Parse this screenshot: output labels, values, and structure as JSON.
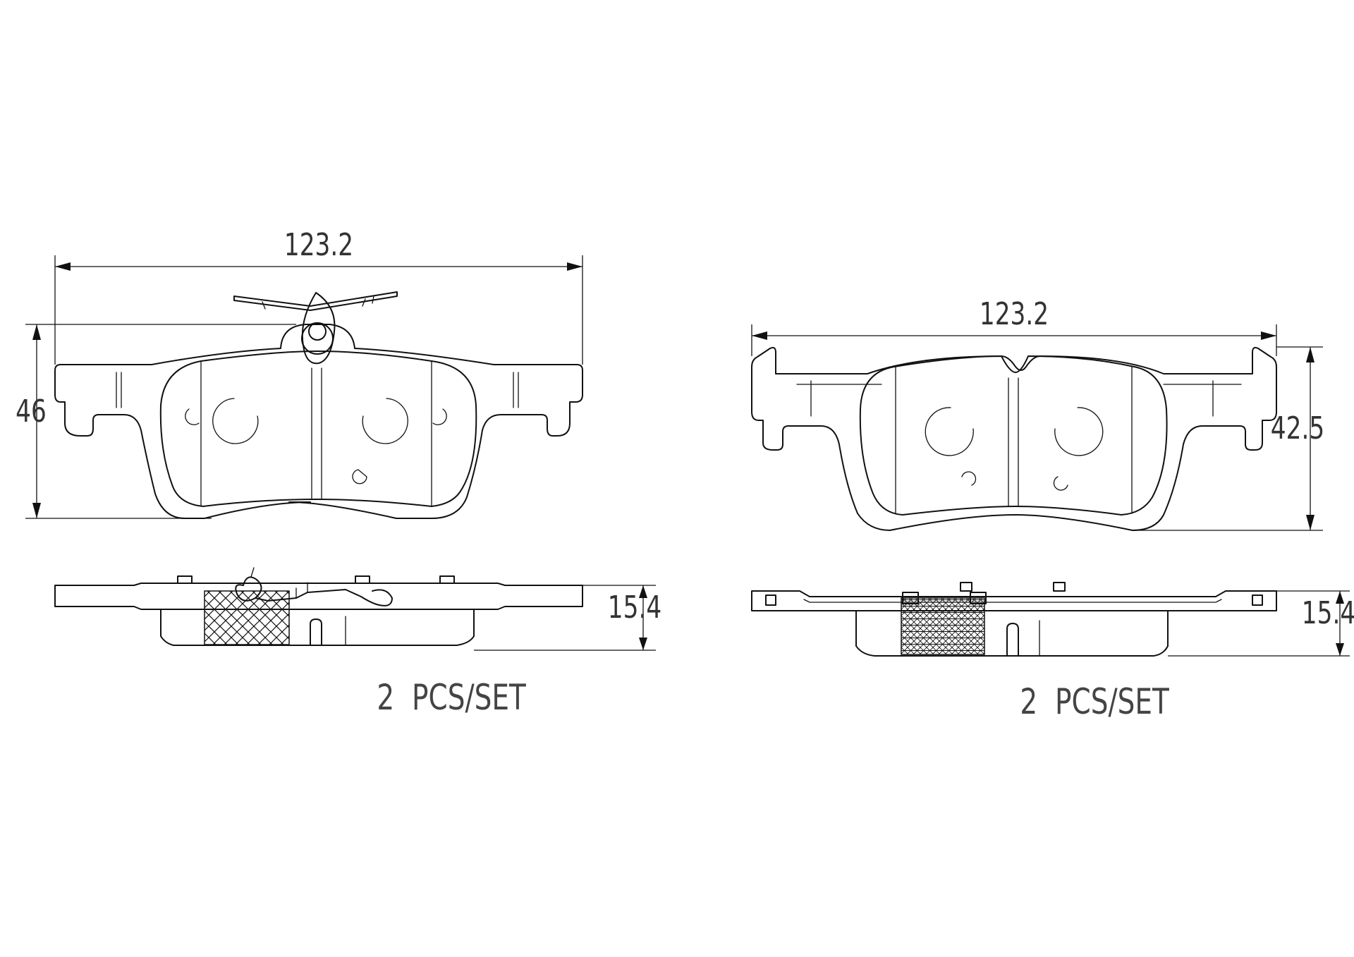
{
  "left_pad": {
    "width_label": "123.2",
    "height_label": "46",
    "thickness_label": "15.4",
    "quantity_label": "2  PCS/SET"
  },
  "right_pad": {
    "width_label": "123.2",
    "height_label": "42.5",
    "thickness_label": "15.4",
    "quantity_label": "2  PCS/SET"
  },
  "colors": {
    "line": "#111111",
    "text": "#333333",
    "background": "#ffffff"
  }
}
